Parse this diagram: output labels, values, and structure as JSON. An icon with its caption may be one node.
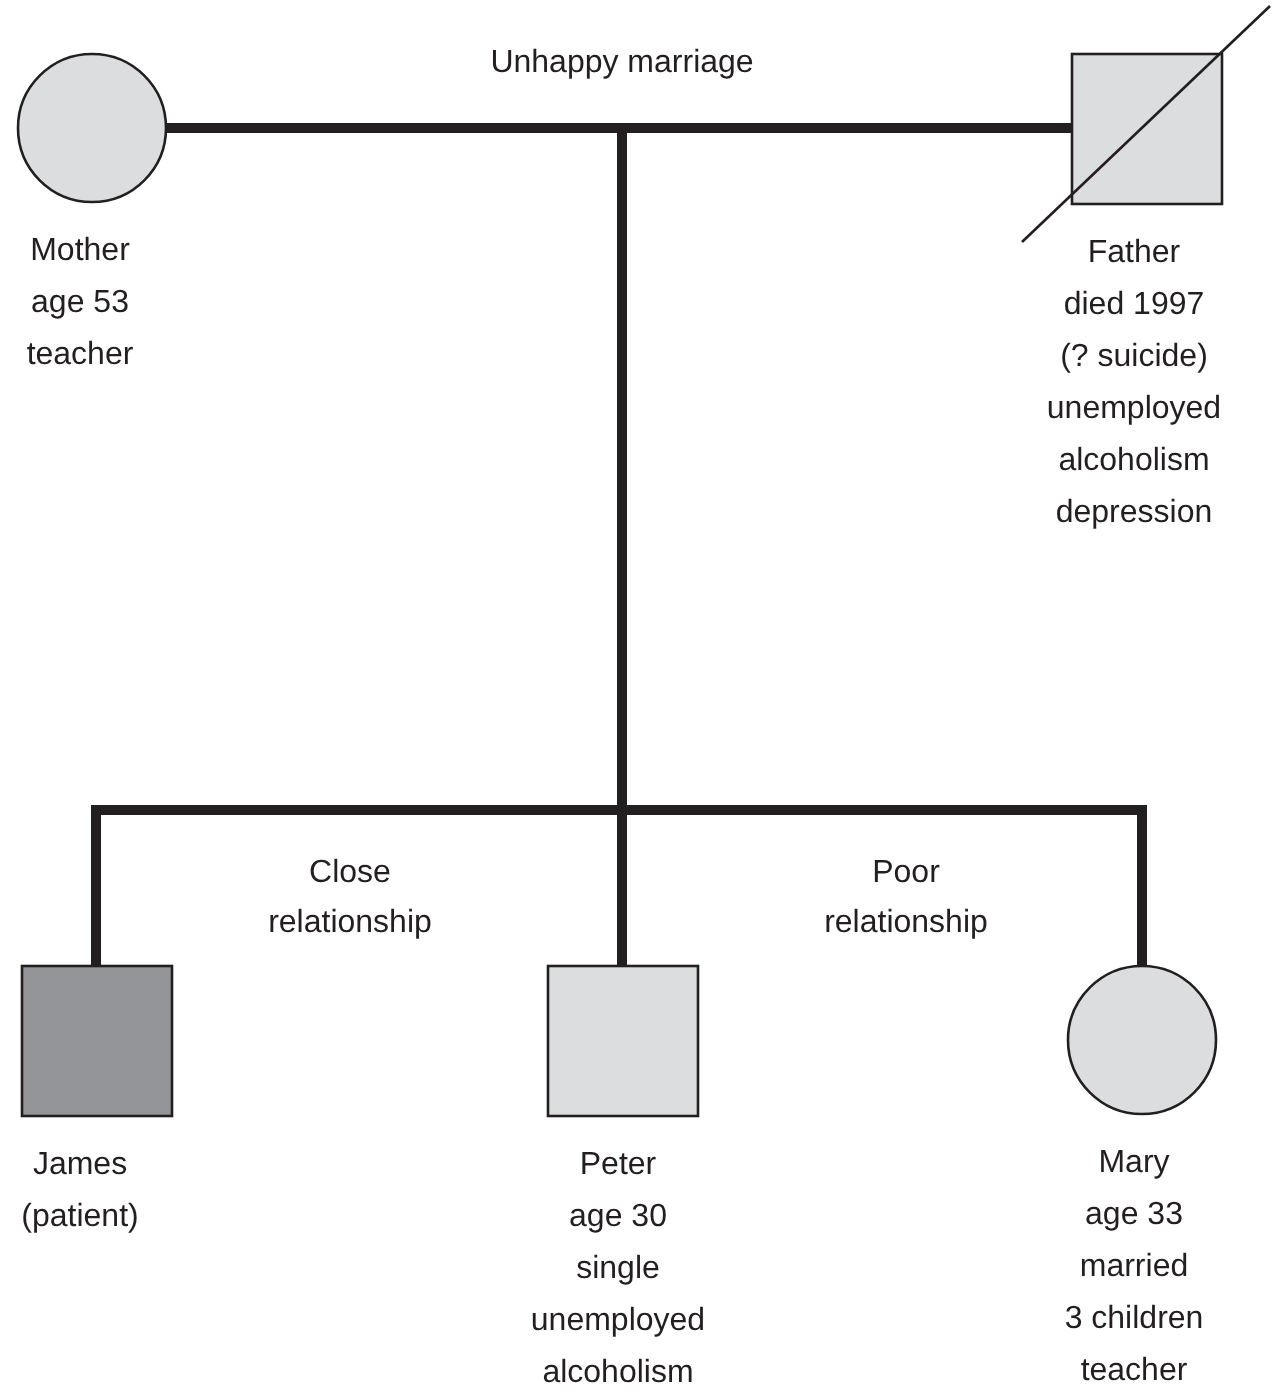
{
  "diagram": {
    "nodes": [
      {
        "text": [
          "Mother",
          "age 53",
          "teacher"
        ]
      },
      {
        "text": [
          "Father",
          "died 1997",
          "(? suicide)",
          "unemployed",
          "alcoholism",
          "depression"
        ]
      },
      {
        "text": [
          "James",
          "(patient)"
        ]
      },
      {
        "text": [
          "Peter",
          "age 30",
          "single",
          "unemployed",
          "alcoholism"
        ]
      },
      {
        "text": [
          "Mary",
          "age 33",
          "married",
          "3 children",
          "teacher"
        ]
      }
    ],
    "edges": [
      {
        "from": 0,
        "to": 1,
        "arrow": "none",
        "label": "Unhappy marriage"
      },
      {
        "from": 0,
        "to": 2,
        "arrow": "none"
      },
      {
        "from": 0,
        "to": 3,
        "arrow": "none"
      },
      {
        "from": 0,
        "to": 4,
        "arrow": "none"
      },
      {
        "from": 1,
        "to": 2,
        "arrow": "none"
      },
      {
        "from": 1,
        "to": 3,
        "arrow": "none"
      },
      {
        "from": 1,
        "to": 4,
        "arrow": "none"
      }
    ],
    "labels": [
      "Close relationship",
      "Poor relationship"
    ]
  }
}
